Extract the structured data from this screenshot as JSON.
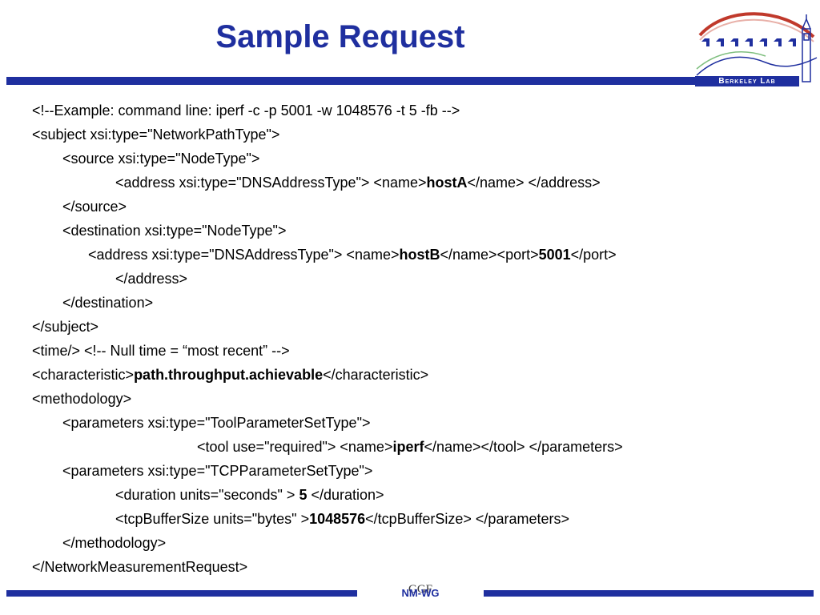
{
  "title": "Sample Request",
  "logo": {
    "text": "Berkeley Lab",
    "colors": {
      "navy": "#1f2f9f",
      "arc": "#c0392b",
      "tower": "#1f2f9f"
    }
  },
  "footer": {
    "label_back": "GGF",
    "label_front": "NM-WG"
  },
  "colors": {
    "accent": "#1f2f9f",
    "text": "#000000"
  },
  "lines": [
    {
      "pre": "<!--Example:   command line: iperf -c -p 5001 -w 1048576 -t 5 -fb -->"
    },
    {
      "pre": "<subject xsi:type=\"NetworkPathType\">"
    },
    {
      "pre": "<source xsi:type=\"NodeType\">"
    },
    {
      "pre": "<address xsi:type=\"DNSAddressType\"> <name>",
      "bold": "hostA",
      "post": "</name> </address>"
    },
    {
      "pre": "</source>"
    },
    {
      "pre": "<destination xsi:type=\"NodeType\">"
    },
    {
      "pre": "<address xsi:type=\"DNSAddressType\"> <name>",
      "bold": "hostB",
      "mid": "</name><port>",
      "bold2": "5001",
      "post": "</port>"
    },
    {
      "pre": "</address>"
    },
    {
      "pre": "</destination>"
    },
    {
      "pre": "</subject>"
    },
    {
      "pre": "<time/>  <!-- Null time = “most recent” -->"
    },
    {
      "pre": "<characteristic>",
      "bold": "path.throughput.achievable",
      "post": "</characteristic>"
    },
    {
      "pre": "<methodology>"
    },
    {
      "pre": "<parameters xsi:type=\"ToolParameterSetType\">"
    },
    {
      "pre": "<tool use=\"required\"> <name>",
      "bold": "iperf",
      "post": "</name></tool> </parameters>"
    },
    {
      "pre": "<parameters xsi:type=\"TCPParameterSetType\">"
    },
    {
      "pre": "<duration units=\"seconds\" > ",
      "bold": "5",
      "post": " </duration>"
    },
    {
      "pre": "<tcpBufferSize units=\"bytes\" >",
      "bold": "1048576",
      "post": "</tcpBufferSize> </parameters>"
    },
    {
      "pre": "</methodology>"
    },
    {
      "pre": "</NetworkMeasurementRequest>"
    }
  ]
}
